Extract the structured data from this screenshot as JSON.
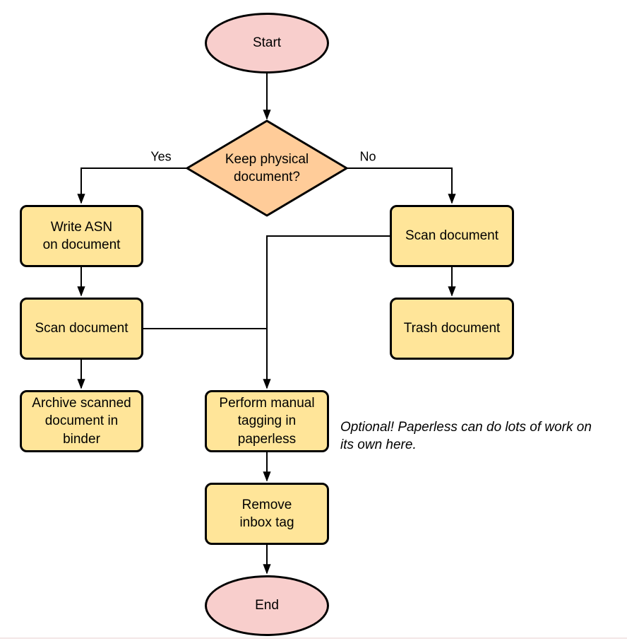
{
  "diagram": {
    "type": "flowchart",
    "nodes": {
      "start": {
        "shape": "ellipse",
        "label": "Start"
      },
      "decision": {
        "shape": "diamond",
        "label": "Keep physical\ndocument?"
      },
      "write_asn": {
        "shape": "rect",
        "label": "Write ASN\non document"
      },
      "scan_left": {
        "shape": "rect",
        "label": "Scan document"
      },
      "archive": {
        "shape": "rect",
        "label": "Archive scanned\ndocument in\nbinder"
      },
      "scan_right": {
        "shape": "rect",
        "label": "Scan document"
      },
      "trash": {
        "shape": "rect",
        "label": "Trash document"
      },
      "tagging": {
        "shape": "rect",
        "label": "Perform manual\ntagging in\npaperless"
      },
      "remove_inbox": {
        "shape": "rect",
        "label": "Remove\ninbox tag"
      },
      "end": {
        "shape": "ellipse",
        "label": "End"
      }
    },
    "edge_labels": {
      "yes": "Yes",
      "no": "No"
    },
    "note": "Optional! Paperless can do lots of work on\nits own here.",
    "colors": {
      "terminal_fill": "#f8cecc",
      "decision_fill": "#ffcc99",
      "process_fill": "#ffe599",
      "stroke": "#000000",
      "text": "#000000",
      "background": "#ffffff"
    }
  }
}
